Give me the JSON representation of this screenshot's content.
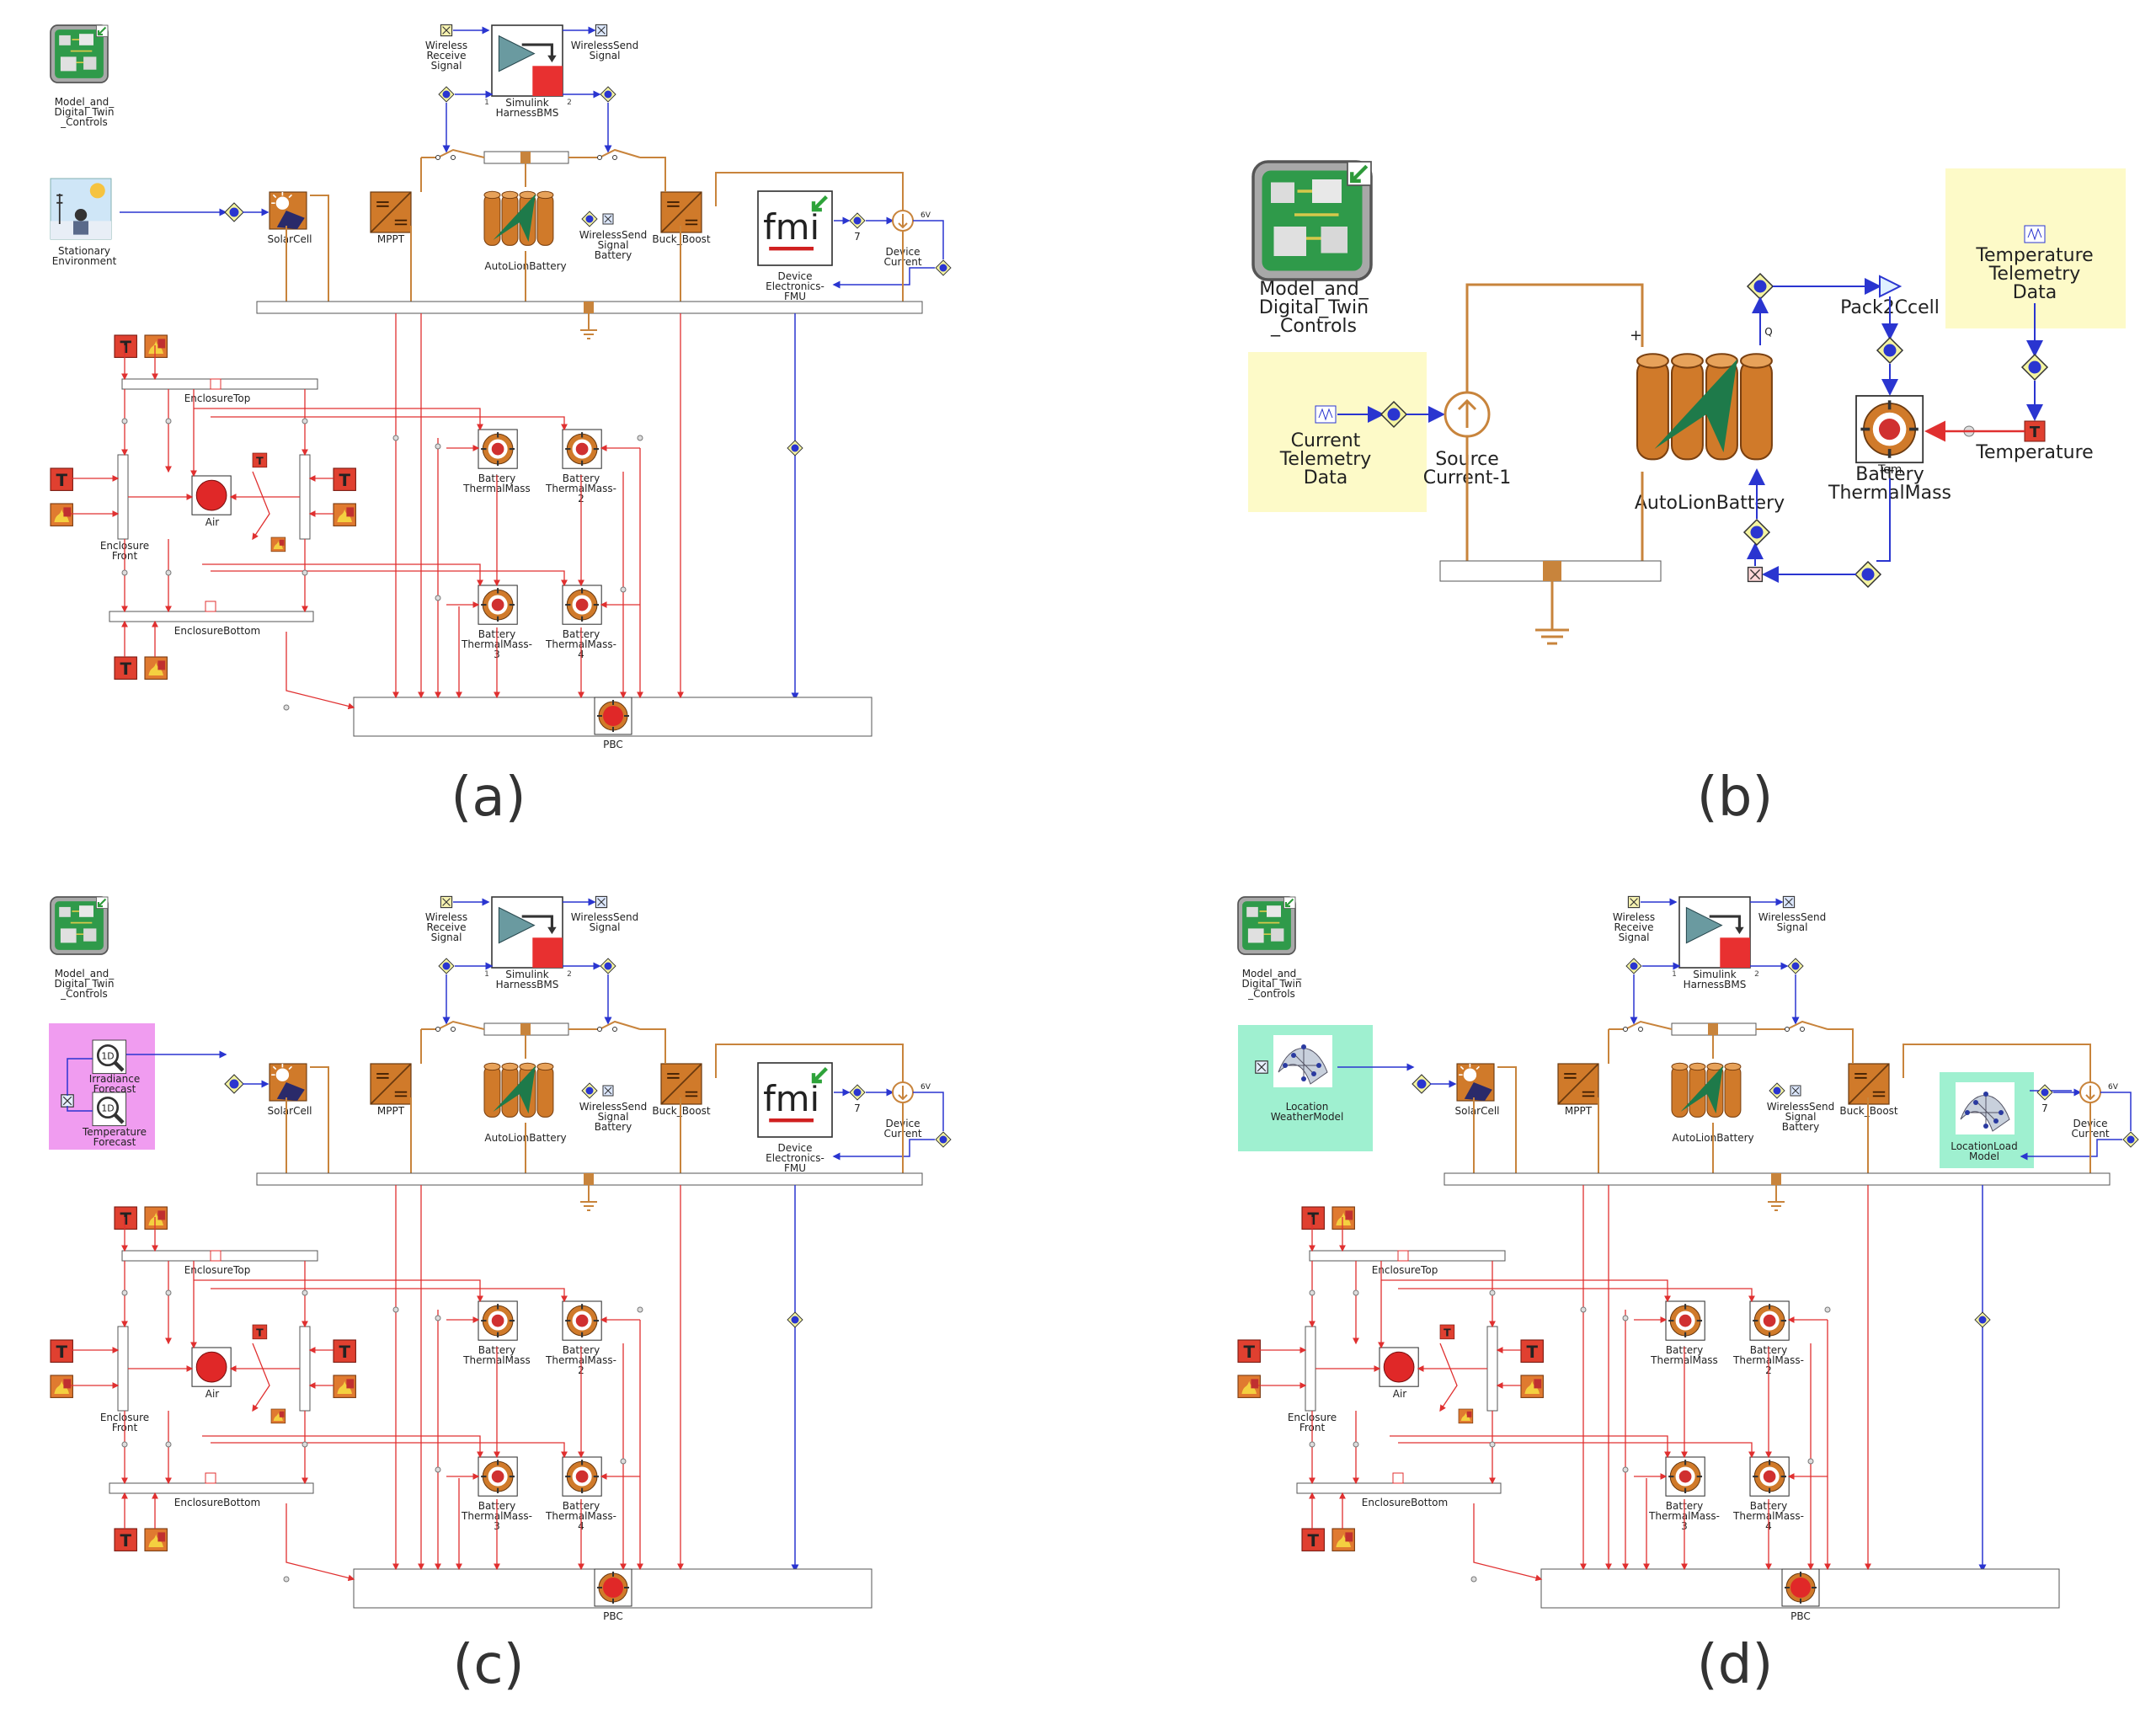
{
  "colors": {
    "elec": "#c8843c",
    "heat": "#e03030",
    "signal": "#2a35d0",
    "highlight_yellow": "#fdfac8",
    "highlight_magenta": "#f09cf0",
    "highlight_green": "#9ff0d0"
  },
  "captions": {
    "a": "(a)",
    "b": "(b)",
    "c": "(c)",
    "d": "(d)"
  },
  "common": {
    "digital_twin": [
      "Model_and_",
      "Digital_Twin",
      "_Controls"
    ],
    "wireless_receive": [
      "Wireless",
      "Receive",
      "Signal"
    ],
    "wireless_send": [
      "WirelessSend",
      "Signal"
    ],
    "harness": [
      "Simulink",
      "HarnessBMS"
    ],
    "solar_cell": "SolarCell",
    "mppt": "MPPT",
    "battery": "AutoLionBattery",
    "wireless_send_battery": [
      "WirelessSend",
      "Signal",
      "Battery"
    ],
    "buck_boost": "Buck_Boost",
    "device_electronics": [
      "Device",
      "Electronics-",
      "FMU"
    ],
    "fmu_text": "fmi",
    "device_current": [
      "Device",
      "Current"
    ],
    "enclosure_top": "EnclosureTop",
    "enclosure_bottom": "EnclosureBottom",
    "enclosure_front": [
      "Enclosure",
      "Front"
    ],
    "air": "Air",
    "thermal_mass_1": [
      "Battery",
      "ThermalMass"
    ],
    "thermal_mass_2": [
      "Battery",
      "ThermalMass-",
      "2"
    ],
    "thermal_mass_3": [
      "Battery",
      "ThermalMass-",
      "3"
    ],
    "thermal_mass_4": [
      "Battery",
      "ThermalMass-",
      "4"
    ],
    "pbc": "PBC",
    "t_glyph": "T",
    "seven": "7",
    "gain_label": "6V"
  },
  "panel_a": {
    "environment": [
      "Stationary",
      "Environment"
    ]
  },
  "panel_b": {
    "digital_twin": [
      "Model_and_",
      "Digital_Twin",
      "_Controls"
    ],
    "current_telemetry": [
      "Current",
      "Telemetry",
      "Data"
    ],
    "source_current": [
      "Source",
      "Current-1"
    ],
    "battery": "AutoLionBattery",
    "pack2cell": "Pack2Ccell",
    "battery_thermal": [
      "Battery",
      "ThermalMass"
    ],
    "temperature_telemetry": [
      "Temperature",
      "Telemetry",
      "Data"
    ],
    "temperature": "Temperature",
    "q_label": "Q",
    "temp_hidden": "Tem"
  },
  "panel_c": {
    "irradiance_forecast": [
      "Irradiance",
      "Forecast"
    ],
    "temperature_forecast": [
      "Temperature",
      "Forecast"
    ],
    "oned": "1D"
  },
  "panel_d": {
    "location_weather": [
      "Location",
      "WeatherModel"
    ],
    "location_load": [
      "LocationLoad",
      "Model"
    ]
  }
}
